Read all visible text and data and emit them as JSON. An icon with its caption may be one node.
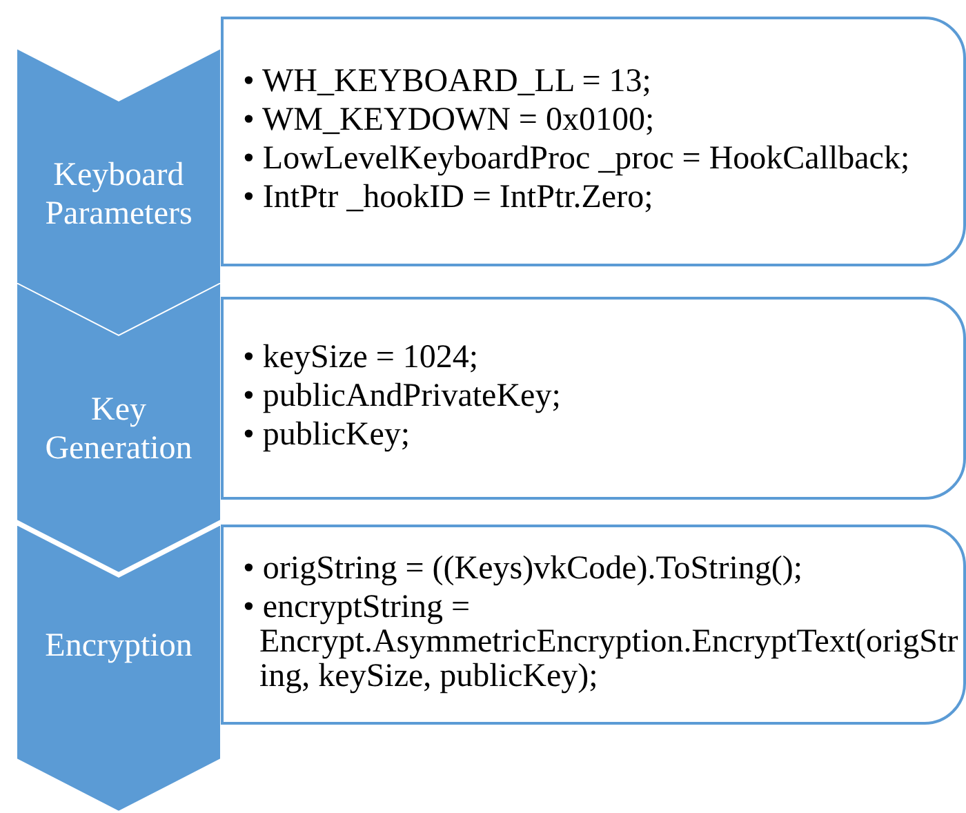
{
  "diagram": {
    "nodes": [
      {
        "text": [
          "Keyboard Parameters"
        ]
      },
      {
        "text": [
          "• WH_KEYBOARD_LL = 13;",
          "• WM_KEYDOWN = 0x0100;",
          "• LowLevelKeyboardProc _proc = HookCallback;",
          "• IntPtr _hookID = IntPtr.Zero;"
        ]
      },
      {
        "text": [
          "Key Generation"
        ]
      },
      {
        "text": [
          "• keySize = 1024;",
          "• publicAndPrivateKey;",
          "• publicKey;"
        ]
      },
      {
        "text": [
          "Encryption"
        ]
      },
      {
        "text": [
          "• origString = ((Keys)vkCode).ToString();",
          "• encryptString = Encrypt.AsymmetricEncryption.EncryptText(origString, keySize, publicKey);"
        ]
      }
    ]
  }
}
